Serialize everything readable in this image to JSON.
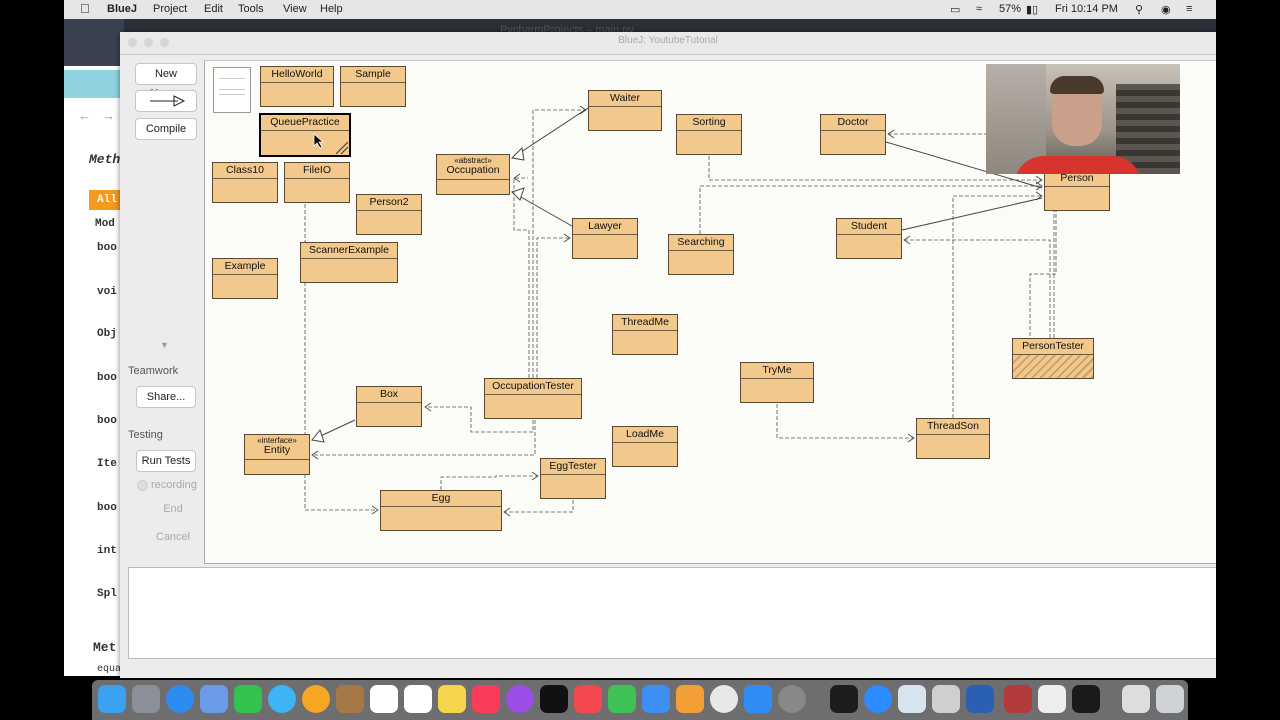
{
  "menubar": {
    "app": "BlueJ",
    "items": [
      "Project",
      "Edit",
      "Tools",
      "View",
      "Help"
    ],
    "battery": "57%",
    "clock": "Fri 10:14 PM"
  },
  "background_window": {
    "title": "PycharmProjects – main.py",
    "doc_snippets": [
      "Meth",
      "All",
      "Mod",
      "boo",
      "voi",
      "Obj",
      "boo",
      "boo",
      "Ite",
      "boo",
      "int",
      "Spl",
      "Met",
      "equa"
    ]
  },
  "window": {
    "title": "BlueJ: YoutubeTutorial"
  },
  "toolbar": {
    "new_class": "New Class...",
    "compile": "Compile"
  },
  "teamwork": {
    "label": "Teamwork",
    "share": "Share..."
  },
  "testing": {
    "label": "Testing",
    "run_tests": "Run Tests",
    "recording": "recording",
    "end": "End",
    "cancel": "Cancel"
  },
  "classes": {
    "helloworld": "HelloWorld",
    "sample": "Sample",
    "queuepractice": "QueuePractice",
    "class10": "Class10",
    "fileio": "FileIO",
    "person2": "Person2",
    "scannerexample": "ScannerExample",
    "example": "Example",
    "occupation": "Occupation",
    "occupation_stereo": "«abstract»",
    "waiter": "Waiter",
    "lawyer": "Lawyer",
    "sorting": "Sorting",
    "searching": "Searching",
    "doctor": "Doctor",
    "student": "Student",
    "person": "Person",
    "threadme": "ThreadMe",
    "tryme": "TryMe",
    "persontester": "PersonTester",
    "box": "Box",
    "occupationtester": "OccupationTester",
    "entity": "Entity",
    "entity_stereo": "«interface»",
    "loadme": "LoadMe",
    "eggtester": "EggTester",
    "egg": "Egg",
    "threadson": "ThreadSon"
  },
  "colors": {
    "class_fill": "#f2c88c",
    "canvas": "#fbfbf8",
    "selected_border": "#000000"
  }
}
